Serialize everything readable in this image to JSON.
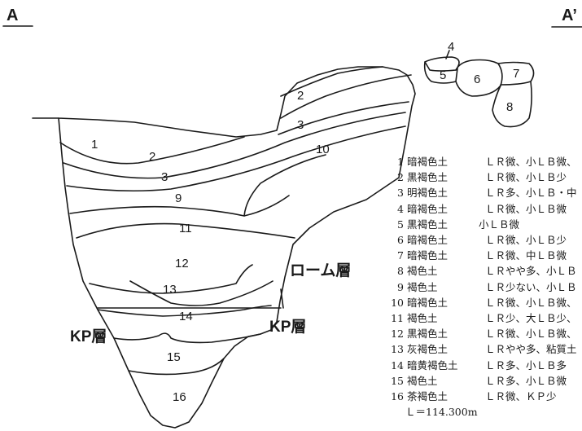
{
  "corners": {
    "left": "A",
    "right": "A’"
  },
  "geo_labels": {
    "loam": "ローム層",
    "kp_left": "KP層",
    "kp_right": "KP層"
  },
  "layer_numbers": [
    "1",
    "2",
    "3",
    "4",
    "5",
    "6",
    "7",
    "8",
    "2",
    "3",
    "9",
    "10",
    "11",
    "12",
    "13",
    "14",
    "15",
    "16"
  ],
  "legend": [
    {
      "num": "1",
      "soil": "暗褐色土",
      "desc": "ＬＲ微、小ＬＢ微、"
    },
    {
      "num": "2",
      "soil": "黒褐色土",
      "desc": "ＬＲ微、小ＬＢ少"
    },
    {
      "num": "3",
      "soil": "明褐色土",
      "desc": "ＬＲ多、小ＬＢ・中"
    },
    {
      "num": "4",
      "soil": "暗褐色土",
      "desc": "ＬＲ微、小ＬＢ微"
    },
    {
      "num": "5",
      "soil": "黒褐色土",
      "desc": "小ＬＢ微"
    },
    {
      "num": "6",
      "soil": "暗褐色土",
      "desc": "ＬＲ微、小ＬＢ少"
    },
    {
      "num": "7",
      "soil": "暗褐色土",
      "desc": "ＬＲ微、中ＬＢ微"
    },
    {
      "num": "8",
      "soil": "褐色土",
      "desc": "ＬＲやや多、小ＬＢ"
    },
    {
      "num": "9",
      "soil": "褐色土",
      "desc": "ＬＲ少ない、小ＬＢ"
    },
    {
      "num": "10",
      "soil": "暗褐色土",
      "desc": "ＬＲ微、小ＬＢ微、"
    },
    {
      "num": "11",
      "soil": "褐色土",
      "desc": "ＬＲ少、大ＬＢ少、"
    },
    {
      "num": "12",
      "soil": "黒褐色土",
      "desc": "ＬＲ微、小ＬＢ微、"
    },
    {
      "num": "13",
      "soil": "灰褐色土",
      "desc": "ＬＲやや多、粘質土"
    },
    {
      "num": "14",
      "soil": "暗黄褐色土",
      "desc": "ＬＲ多、小ＬＢ多"
    },
    {
      "num": "15",
      "soil": "褐色土",
      "desc": "ＬＲ多、小ＬＢ微"
    },
    {
      "num": "16",
      "soil": "茶褐色土",
      "desc": "ＬＲ微、ＫＰ少"
    }
  ],
  "footer": "Ｌ＝114.300m"
}
